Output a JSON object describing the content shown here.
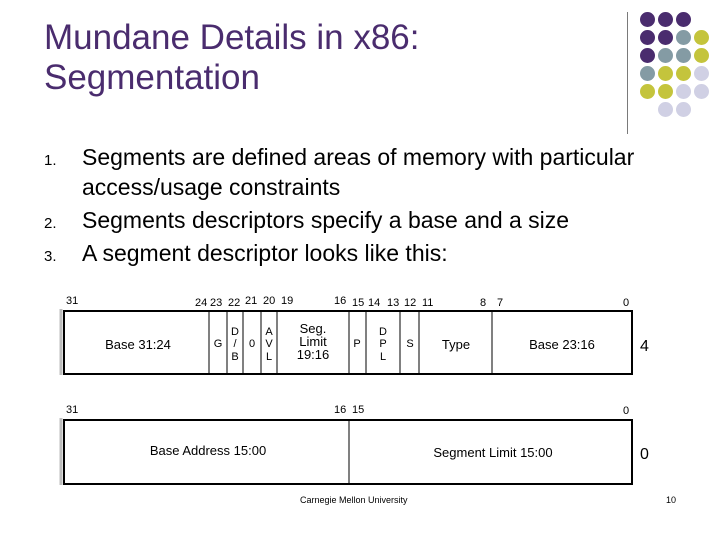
{
  "title": "Mundane Details in x86: Segmentation",
  "bullets": [
    {
      "num": "1.",
      "text": "Segments are defined areas of memory with particular access/usage constraints"
    },
    {
      "num": "2.",
      "text": "Segments descriptors specify a base and a size"
    },
    {
      "num": "3.",
      "text": "A segment descriptor looks like this:"
    }
  ],
  "descriptor_high": {
    "bit_labels": [
      "31",
      "24",
      "23",
      "22",
      "21",
      "20",
      "19",
      "16",
      "15",
      "14",
      "13",
      "12",
      "11",
      "8",
      "7",
      "0"
    ],
    "fields": {
      "base_31_24": "Base 31:24",
      "g": "G",
      "db_d": "D",
      "db_slash": "/",
      "db_b": "B",
      "zero": "0",
      "avl_a": "A",
      "avl_v": "V",
      "avl_l": "L",
      "seglimit_1": "Seg.",
      "seglimit_2": "Limit",
      "seglimit_3": "19:16",
      "p": "P",
      "dpl_d": "D",
      "dpl_p": "P",
      "dpl_l": "L",
      "s": "S",
      "type": "Type",
      "base_23_16": "Base 23:16"
    },
    "offset": "4"
  },
  "descriptor_low": {
    "bit_labels": [
      "31",
      "16",
      "15",
      "0"
    ],
    "fields": {
      "base_address": "Base Address 15:00",
      "segment_limit": "Segment Limit 15:00"
    },
    "offset": "0"
  },
  "footer": "Carnegie Mellon University",
  "page_number": "10",
  "decor_colors": {
    "purple": "#4a2c6e",
    "teal": "#849ba4",
    "olive": "#c4c43c",
    "lavender": "#d0d0e4"
  }
}
